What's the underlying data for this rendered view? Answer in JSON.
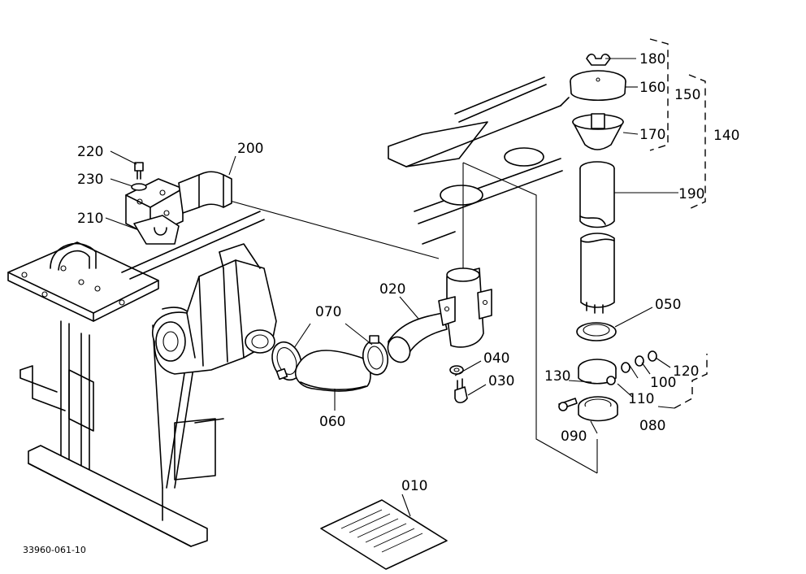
{
  "diagram": {
    "reference_number": "33960-061-10",
    "callouts": {
      "p010": "010",
      "p020": "020",
      "p030": "030",
      "p040": "040",
      "p050": "050",
      "p060": "060",
      "p070": "070",
      "p080": "080",
      "p090": "090",
      "p100": "100",
      "p110": "110",
      "p120": "120",
      "p130": "130",
      "p140": "140",
      "p150": "150",
      "p160": "160",
      "p170": "170",
      "p180": "180",
      "p190": "190",
      "p200": "200",
      "p210": "210",
      "p220": "220",
      "p230": "230"
    }
  }
}
